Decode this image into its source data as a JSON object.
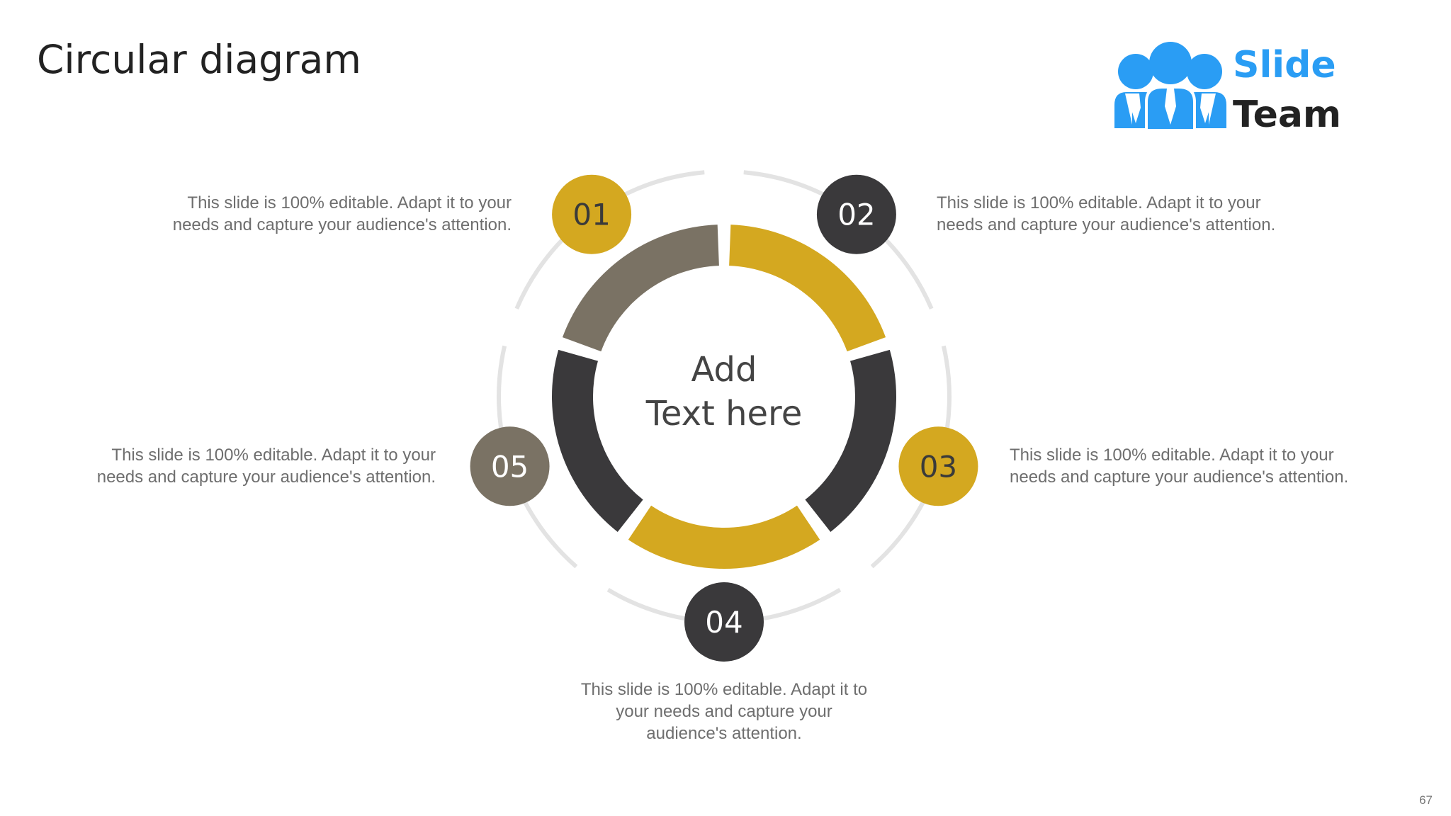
{
  "title": "Circular diagram",
  "logo": {
    "line1": "Slide",
    "line2": "Team",
    "colors": {
      "icon": "#2a9df4",
      "line1": "#2a9df4",
      "line2": "#222222"
    }
  },
  "center_text": [
    "Add",
    "Text here"
  ],
  "segments": [
    {
      "number": "01",
      "color": "#d4a820",
      "text": "This slide is 100% editable. Adapt it to your\nneeds and capture your audience's attention."
    },
    {
      "number": "02",
      "color": "#3a393b",
      "text": "This slide is 100% editable. Adapt it to your\nneeds and capture your audience's attention."
    },
    {
      "number": "03",
      "color": "#d4a820",
      "text": "This slide is 100% editable. Adapt it to your\nneeds and capture your audience's attention."
    },
    {
      "number": "04",
      "color": "#3a393b",
      "text": "This slide is 100% editable. Adapt it to\nyour needs and capture your\naudience's attention."
    },
    {
      "number": "05",
      "color": "#7a7264",
      "text": "This slide is 100% editable. Adapt it to your\nneeds and capture your audience's attention."
    }
  ],
  "page_number": "67"
}
